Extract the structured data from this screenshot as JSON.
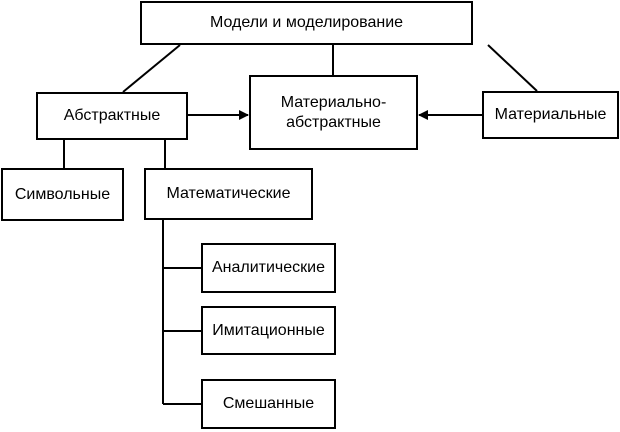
{
  "diagram": {
    "root": "Модели и моделирование",
    "abstract": "Абстрактные",
    "material_abstract": {
      "line1": "Материально-",
      "line2": "абстрактные"
    },
    "material": "Материальные",
    "symbolic": "Символьные",
    "mathematical": "Математические",
    "analytic": "Аналитические",
    "imitation": "Имитационные",
    "mixed": "Смешанные"
  },
  "colors": {
    "line": "#000000",
    "box_border": "#000000",
    "background": "#ffffff"
  }
}
